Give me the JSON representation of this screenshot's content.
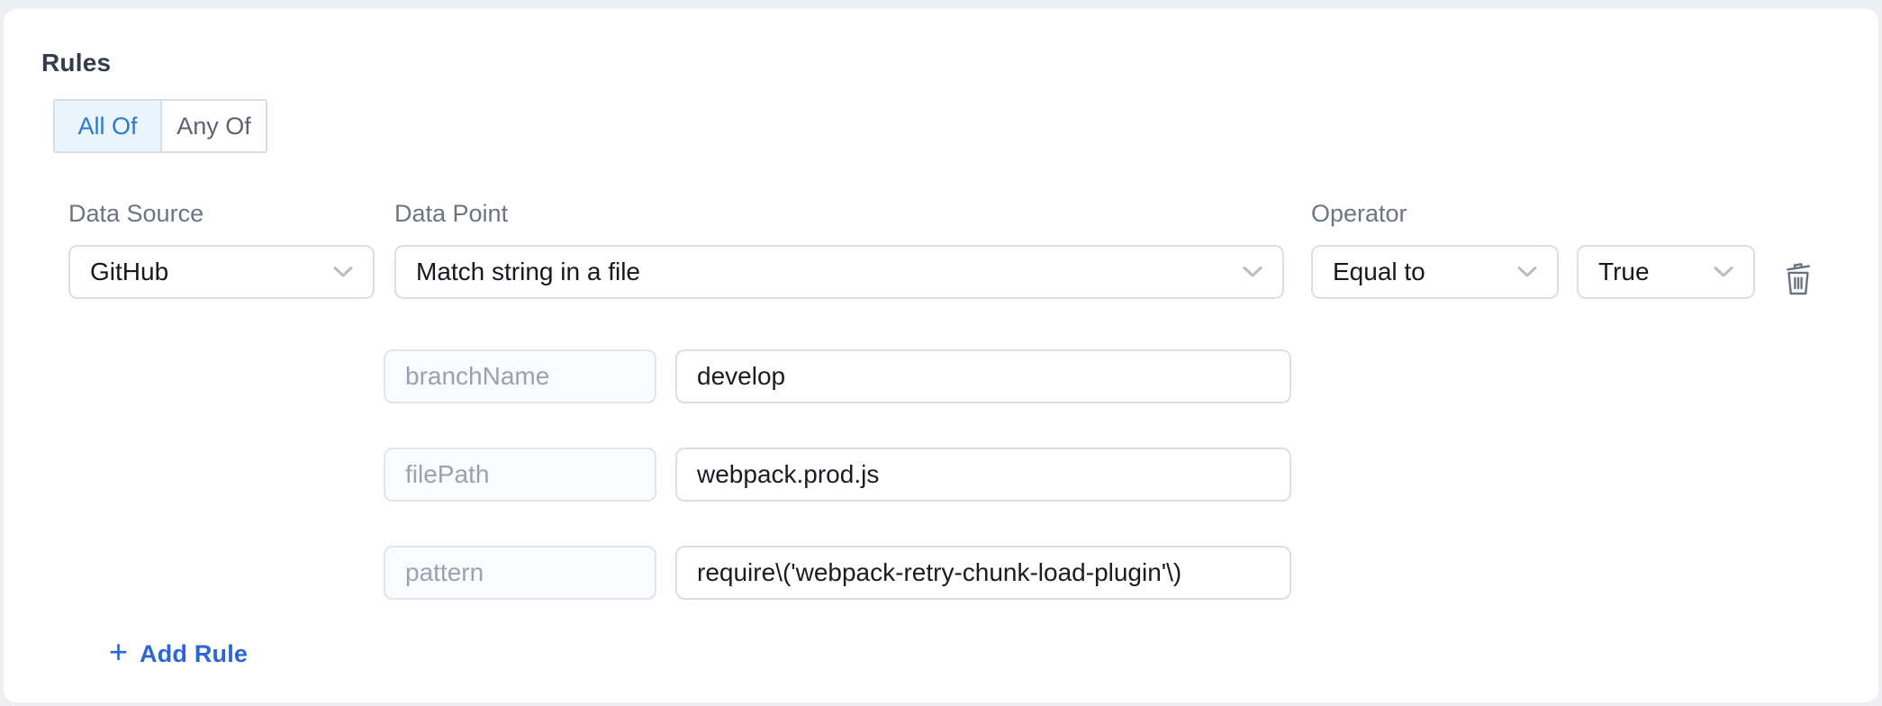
{
  "colors": {
    "accent_blue": "#2979d9",
    "add_rule_blue": "#2b66d9",
    "page_background": "#edeff3",
    "card_background": "#ffffff",
    "toggle_selected_background": "#eaf5fd",
    "border": "#dcdfe8",
    "label_gray": "#6e7480",
    "placeholder_gray": "#9aa1b1"
  },
  "rules_section": {
    "title": "Rules",
    "toggle": {
      "selected": "All Of",
      "options": [
        {
          "label": "All Of"
        },
        {
          "label": "Any Of"
        }
      ]
    },
    "rule": {
      "data_source": {
        "label": "Data Source",
        "selected": "GitHub"
      },
      "data_point": {
        "label": "Data Point",
        "selected": "Match string in a file"
      },
      "operator": {
        "label": "Operator",
        "selected": "Equal to"
      },
      "comparison_value": {
        "selected": "True"
      },
      "parameters": [
        {
          "key": "branchName",
          "value": "develop"
        },
        {
          "key": "filePath",
          "value": "webpack.prod.js"
        },
        {
          "key": "pattern",
          "value": "require\\('webpack-retry-chunk-load-plugin'\\)"
        }
      ]
    },
    "add_rule": {
      "plus": "+",
      "label": "Add Rule"
    }
  },
  "icons": {
    "chevron": "chevron-down-icon",
    "trash": "trash-icon",
    "plus": "plus-icon"
  }
}
